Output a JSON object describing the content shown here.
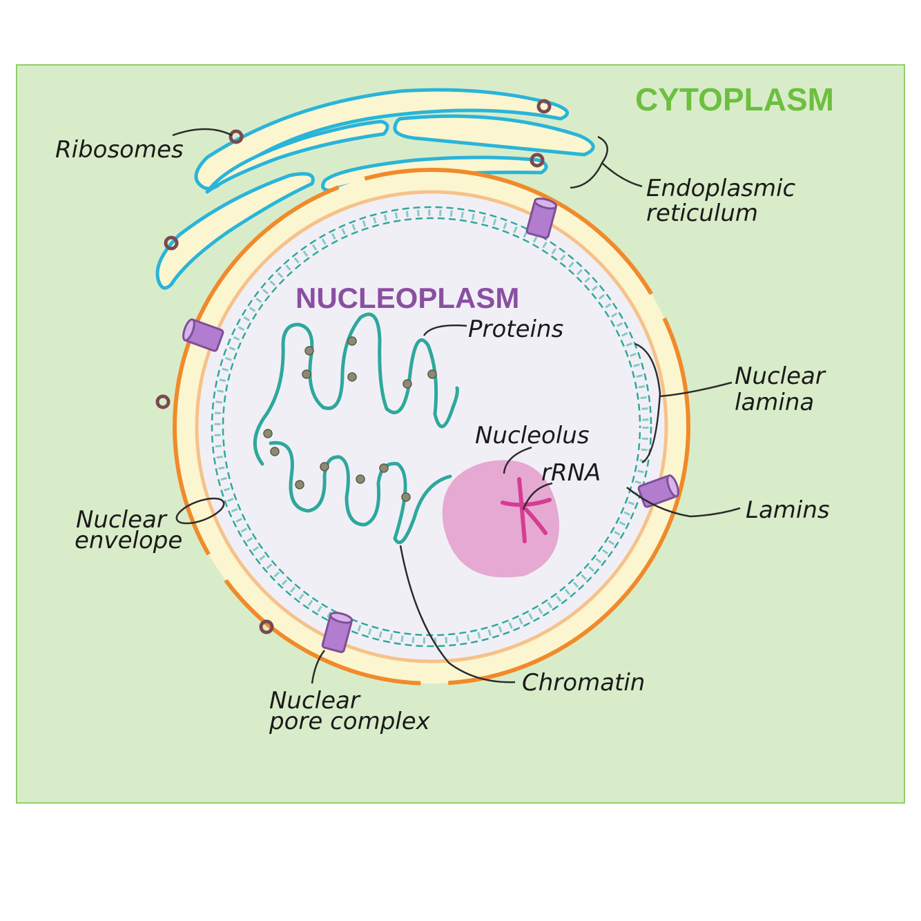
{
  "colors": {
    "cytoplasm_bg": "#d9ecc9",
    "cytoplasm_border": "#8fcf6a",
    "cytoplasm_title": "#6cbf3f",
    "nucleoplasm_bg": "#f1eff6",
    "nucleoplasm_title": "#8a4fa1",
    "envelope_fill": "#fbf6cf",
    "envelope_outer": "#f08a2a",
    "envelope_inner": "#f6c28a",
    "er_outline": "#2ab4d9",
    "er_fill": "#fbf6cf",
    "lamina": "#2ea89c",
    "chromatin": "#2ea89c",
    "protein": "#8c8a72",
    "ribosome": "#7a4950",
    "pore": "#b27ccf",
    "nucleolus": "#e6a9d2",
    "rrna": "#d63c93"
  },
  "titles": {
    "cytoplasm": "CYTOPLASM",
    "nucleoplasm": "NUCLEOPLASM"
  },
  "labels": {
    "ribosomes": "Ribosomes",
    "er_line1": "Endoplasmic",
    "er_line2": "reticulum",
    "proteins": "Proteins",
    "lamina_line1": "Nuclear",
    "lamina_line2": "lamina",
    "nucleolus": "Nucleolus",
    "rrna": "rRNA",
    "lamins": "Lamins",
    "envelope_line1": "Nuclear",
    "envelope_line2": "envelope",
    "chromatin": "Chromatin",
    "pore_line1": "Nuclear",
    "pore_line2": "pore complex"
  }
}
